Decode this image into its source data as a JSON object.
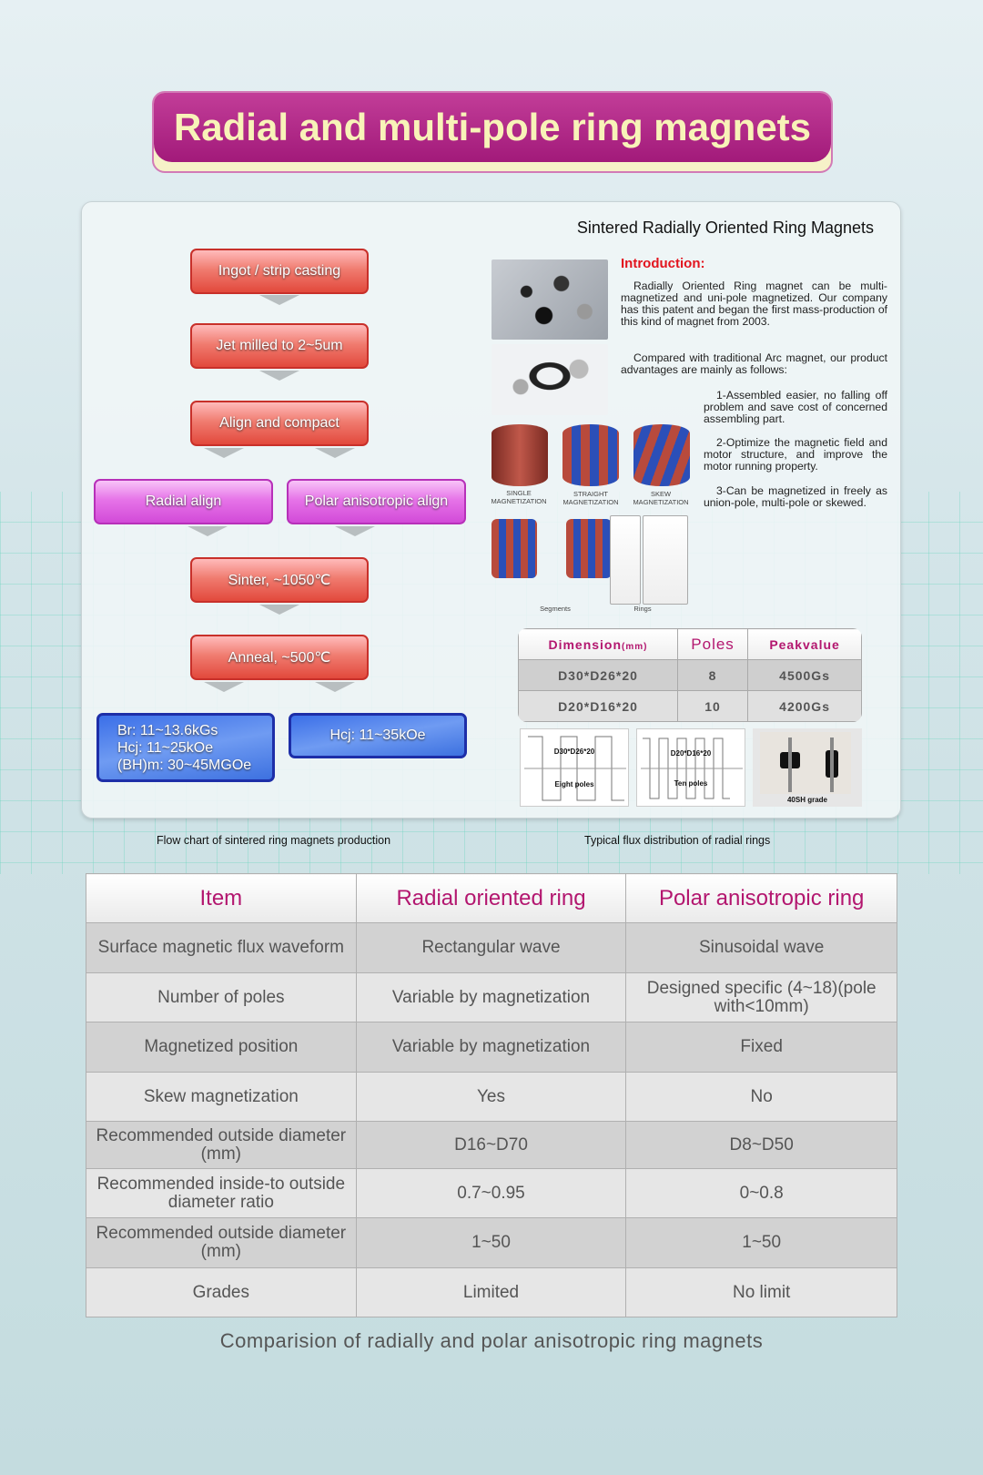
{
  "title": "Radial and multi-pole ring magnets",
  "flowchart": {
    "steps": [
      "Ingot / strip casting",
      "Jet milled to 2~5um",
      "Align and compact",
      "Sinter, ~1050℃",
      "Anneal, ~500℃"
    ],
    "branches": [
      "Radial align",
      "Polar anisotropic align"
    ],
    "results": {
      "left_lines": [
        "Br: 11~13.6kGs",
        "Hcj: 11~25kOe",
        "(BH)m: 30~45MGOe"
      ],
      "right": "Hcj: 11~35kOe"
    },
    "caption": "Flow chart of sintered ring magnets production"
  },
  "intro": {
    "heading": "Sintered Radially Oriented Ring Magnets",
    "label": "Introduction:",
    "p1": "Radially Oriented Ring magnet can be multi-magnetized and uni-pole magnetized. Our company has this patent and began the first mass-production of this kind of magnet from 2003.",
    "p2": "Compared with traditional Arc magnet, our product advantages are mainly as follows:",
    "points": [
      "1-Assembled easier, no falling off problem and save cost of concerned assembling part.",
      "2-Optimize the magnetic field and motor structure, and improve the motor running property.",
      "3-Can be magnetized in freely as union-pole, multi-pole or skewed."
    ],
    "magnet_captions": [
      "SINGLE MAGNETIZATION",
      "STRAIGHT MAGNETIZATION",
      "SKEW MAGNETIZATION"
    ],
    "segment_labels": [
      "Segments",
      "Rings"
    ]
  },
  "dimension_table": {
    "headers": [
      "Dimension",
      "(mm)",
      "Poles",
      "Peakvalue"
    ],
    "rows": [
      [
        "D30*D26*20",
        "8",
        "4500Gs"
      ],
      [
        "D20*D16*20",
        "10",
        "4200Gs"
      ]
    ]
  },
  "flux": {
    "charts": [
      {
        "label": "D30*D26*20",
        "poles": "Eight poles"
      },
      {
        "label": "D20*D16*20",
        "poles": "Ten poles"
      }
    ],
    "photo_caption": "40SH grade",
    "caption": "Typical flux distribution of radial rings"
  },
  "comparison": {
    "headers": [
      "Item",
      "Radial oriented ring",
      "Polar anisotropic ring"
    ],
    "rows": [
      [
        "Surface magnetic flux waveform",
        "Rectangular wave",
        "Sinusoidal wave"
      ],
      [
        "Number of poles",
        "Variable by magnetization",
        "Designed specific (4~18)(pole with<10mm)"
      ],
      [
        "Magnetized position",
        "Variable by magnetization",
        "Fixed"
      ],
      [
        "Skew magnetization",
        "Yes",
        "No"
      ],
      [
        "Recommended outside diameter (mm)",
        "D16~D70",
        "D8~D50"
      ],
      [
        "Recommended inside-to outside diameter ratio",
        "0.7~0.95",
        "0~0.8"
      ],
      [
        "Recommended outside diameter (mm)",
        "1~50",
        "1~50"
      ],
      [
        "Grades",
        "Limited",
        "No limit"
      ]
    ],
    "caption": "Comparision of radially and polar anisotropic ring magnets"
  }
}
